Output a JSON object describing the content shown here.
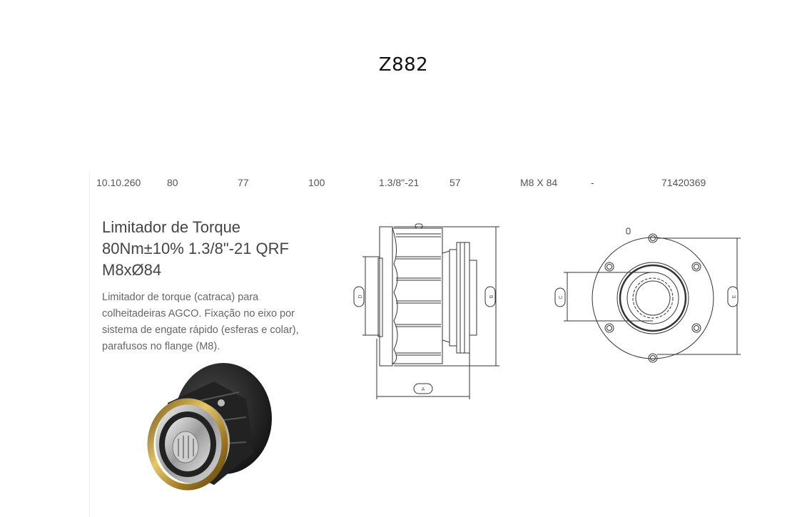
{
  "document": {
    "title": "Z882"
  },
  "spec_row": {
    "code": "10.10.260",
    "col2": "80",
    "col3": "77",
    "col4": "100",
    "spline": "1.3/8\"-21",
    "col6": "57",
    "bolts": "M8 X 84",
    "col8": "-",
    "part_number": "71420369"
  },
  "product": {
    "heading_line1": "Limitador de Torque",
    "heading_line2": "80Nm±10% 1.3/8\"-21 QRF",
    "heading_line3": "M8xØ84",
    "description_line1": "Limitador de torque (catraca) para",
    "description_line2": "colheitadeiras AGCO. Fixação no eixo por",
    "description_line3": "sistema de engate rápido (esferas e colar),",
    "description_line4": "parafusos no flange (M8)."
  },
  "drawings": {
    "side_view_labels": {
      "a": "A",
      "b": "B",
      "d": "D"
    },
    "front_view_labels": {
      "c": "C",
      "e": "E"
    }
  }
}
